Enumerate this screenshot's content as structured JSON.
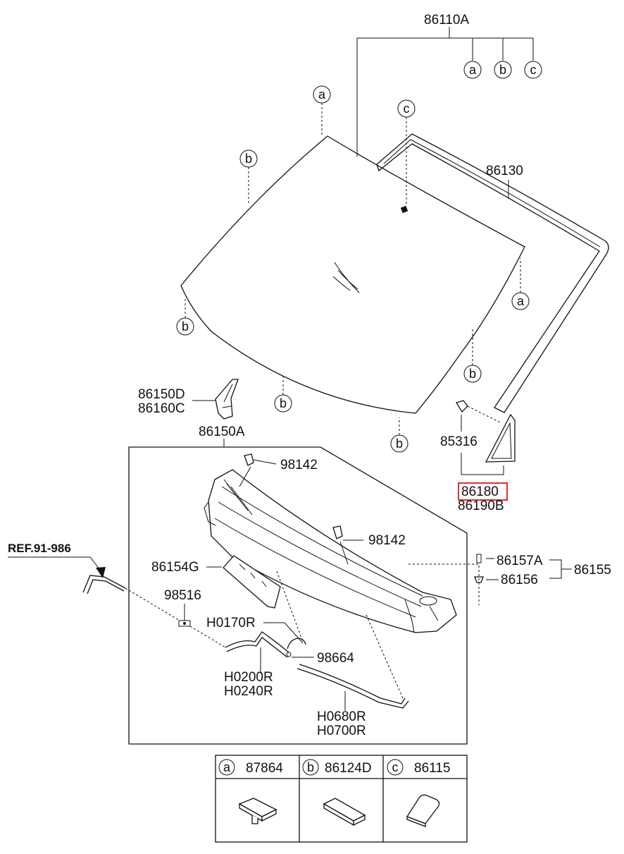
{
  "title_part": "86110A",
  "callouts": {
    "a": "a",
    "b": "b",
    "c": "c"
  },
  "parts": {
    "molding": "86130",
    "cowl_cover_side_1": "86150D",
    "cowl_cover_side_2": "86160C",
    "cowl_top_panel": "86150A",
    "clip_85316": "85316",
    "quarter_glass_1": "86180",
    "quarter_glass_2": "86190B",
    "fastener_98142_upper": "98142",
    "fastener_98142_lower": "98142",
    "reference": "REF.91-986",
    "seal_86154G": "86154G",
    "clip_86157A": "86157A",
    "assembly_86155": "86155",
    "nut_86156": "86156",
    "nozzle_98516": "98516",
    "hose_H0170R": "H0170R",
    "connector_98664": "98664",
    "hose_H0200R": "H0200R",
    "hose_H0240R": "H0240R",
    "hose_H0680R": "H0680R",
    "hose_H0700R": "H0700R"
  },
  "legend": [
    {
      "letter": "a",
      "part": "87864"
    },
    {
      "letter": "b",
      "part": "86124D"
    },
    {
      "letter": "c",
      "part": "86115"
    }
  ],
  "highlight_color": "#e01818"
}
